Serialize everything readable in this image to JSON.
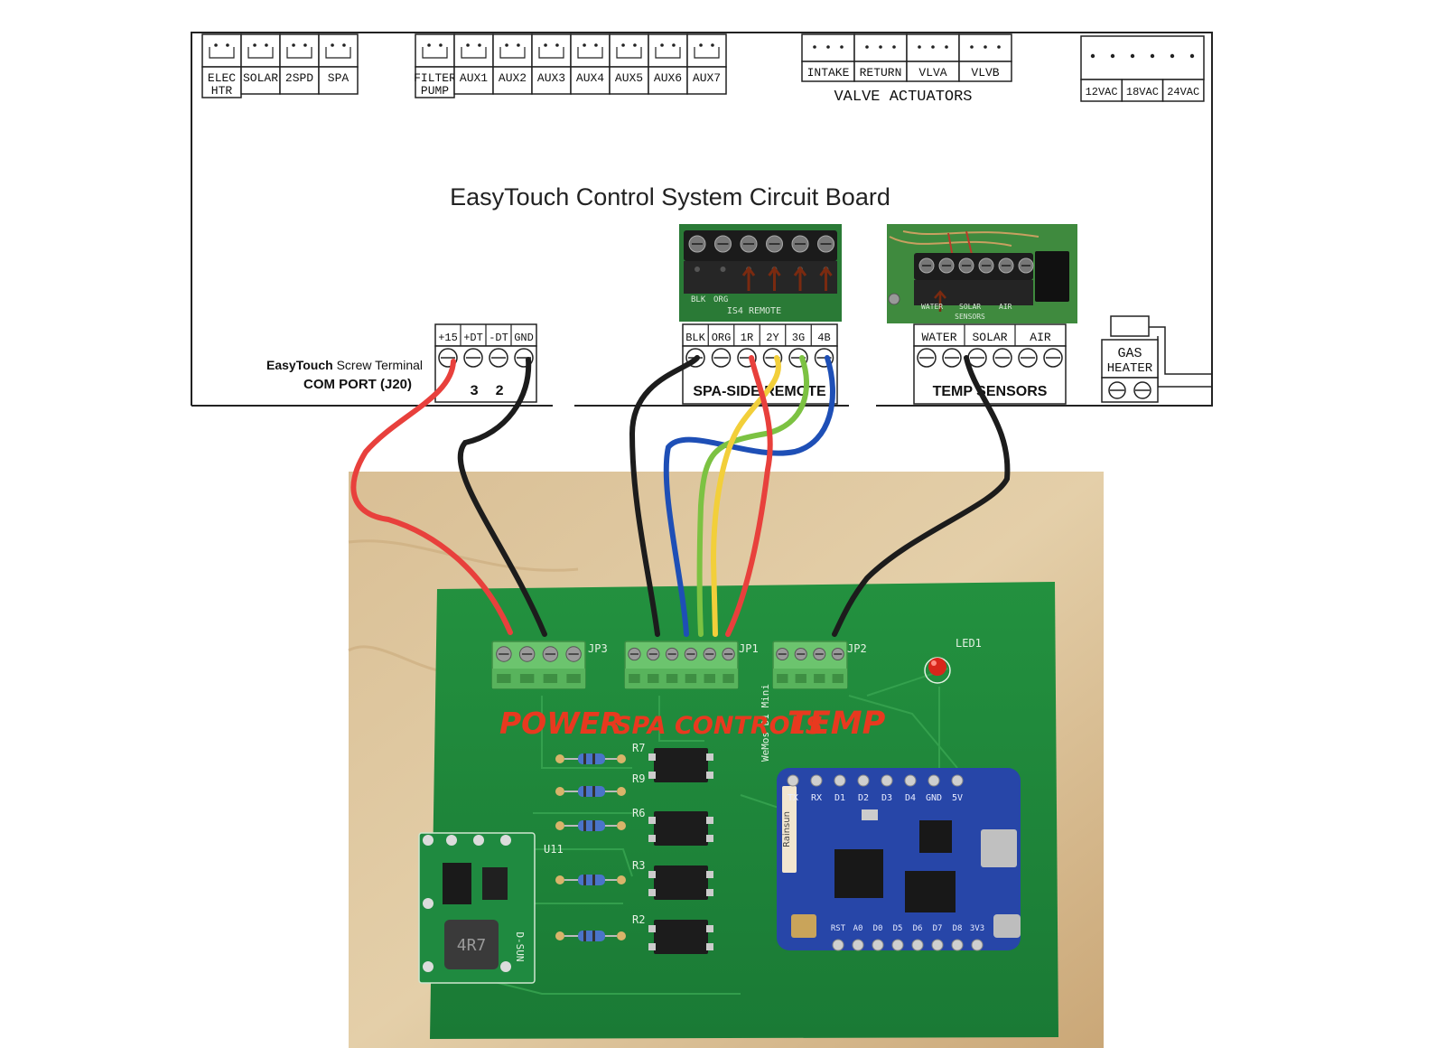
{
  "board": {
    "title": "EasyTouch Control System Circuit Board",
    "relays_left": [
      {
        "lines": [
          "ELEC",
          "HTR"
        ]
      },
      {
        "lines": [
          "SOLAR"
        ]
      },
      {
        "lines": [
          "2SPD"
        ]
      },
      {
        "lines": [
          "SPA"
        ]
      }
    ],
    "relays_mid": [
      {
        "lines": [
          "FILTER",
          "PUMP"
        ]
      },
      {
        "lines": [
          "AUX1"
        ]
      },
      {
        "lines": [
          "AUX2"
        ]
      },
      {
        "lines": [
          "AUX3"
        ]
      },
      {
        "lines": [
          "AUX4"
        ]
      },
      {
        "lines": [
          "AUX5"
        ]
      },
      {
        "lines": [
          "AUX6"
        ]
      },
      {
        "lines": [
          "AUX7"
        ]
      }
    ],
    "valve_labels": [
      "INTAKE",
      "RETURN",
      "VLVA",
      "VLVB"
    ],
    "valve_title": "VALVE ACTUATORS",
    "ac_labels": [
      "12VAC",
      "18VAC",
      "24VAC"
    ],
    "com_port": {
      "line1_bold": "EasyTouch",
      "line1_rest": "Screw Terminal",
      "line2": "COM PORT (J20)",
      "pins": [
        "+15",
        "+DT",
        "-DT",
        "GND"
      ],
      "numbers": [
        "3",
        "2"
      ]
    },
    "spa_side": {
      "pins": [
        "BLK",
        "ORG",
        "1R",
        "2Y",
        "3G",
        "4B"
      ],
      "label": "SPA-SIDE REMOTE",
      "photo_labels": [
        "BLK",
        "ORG",
        "IS4 REMOTE"
      ]
    },
    "temp_sensors": {
      "pins": [
        "WATER",
        "SOLAR",
        "AIR"
      ],
      "label": "TEMP SENSORS",
      "photo_labels": [
        "WATER",
        "SOLAR",
        "AIR",
        "SENSORS"
      ]
    },
    "gas_heater": [
      "GAS",
      "HEATER"
    ]
  },
  "pcb": {
    "connectors": [
      "JP3",
      "JP1",
      "JP2"
    ],
    "led": "LED1",
    "handwritten": [
      "POWER",
      "SPA CONTROLS",
      "TEMP"
    ],
    "module_label": "WeMos D1 Mini",
    "resistors": [
      "R7",
      "R9",
      "R6",
      "R3",
      "R2"
    ],
    "regulator": {
      "ref": "U11",
      "inductor": "4R7",
      "brand": "D-SUN"
    },
    "wemos_pins_top": [
      "TX",
      "RX",
      "D1",
      "D2",
      "D3",
      "D4",
      "GND",
      "5V"
    ],
    "wemos_pins_bottom": [
      "RST",
      "A0",
      "D0",
      "D5",
      "D6",
      "D7",
      "D8",
      "3V3"
    ],
    "wemos_brand": "Rainsun"
  },
  "colors": {
    "wire_red": "#e8403c",
    "wire_black": "#1c1c1c",
    "wire_yellow": "#f2cf3a",
    "wire_green": "#7cc242",
    "wire_blue": "#1e4fb6",
    "pcb_green": "#1f8a3c",
    "terminal_green": "#6cc46e",
    "wemos_blue": "#2746a8",
    "annotation": "#e8391f"
  }
}
